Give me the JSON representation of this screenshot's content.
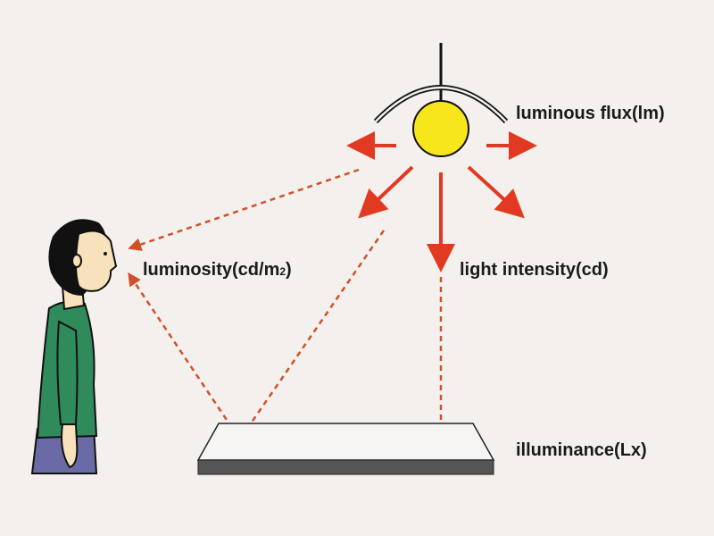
{
  "labels": {
    "luminous_flux": "luminous flux(lm)",
    "luminosity": "luminosity(cd/m",
    "luminosity_exp": "2",
    "luminosity_close": ")",
    "light_intensity": "light intensity(cd)",
    "illuminance": "illuminance(Lx)"
  },
  "colors": {
    "arrow": "#e23a22",
    "dashed": "#d0502a",
    "bulb": "#f8e61c",
    "shirt": "#2f8a5c",
    "pants": "#6a6aa6",
    "skin": "#f8e2bb",
    "table_front": "#555555"
  }
}
